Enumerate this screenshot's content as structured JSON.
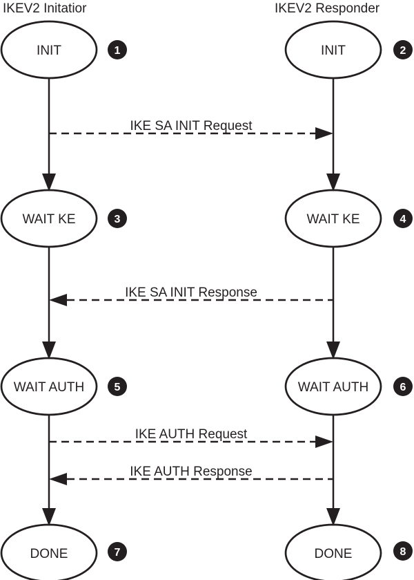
{
  "diagram": {
    "type": "state-machine-sequence-diagram",
    "headers": {
      "initiator": "IKEV2 Initatior",
      "responder": "IKEV2 Responder"
    },
    "initiator_states": [
      {
        "label": "INIT",
        "badge": "1"
      },
      {
        "label": "WAIT KE",
        "badge": "3"
      },
      {
        "label": "WAIT AUTH",
        "badge": "5"
      },
      {
        "label": "DONE",
        "badge": "7"
      }
    ],
    "responder_states": [
      {
        "label": "INIT",
        "badge": "2"
      },
      {
        "label": "WAIT KE",
        "badge": "4"
      },
      {
        "label": "WAIT AUTH",
        "badge": "6"
      },
      {
        "label": "DONE",
        "badge": "8"
      }
    ],
    "messages": [
      {
        "label": "IKE SA INIT Request",
        "from": "initiator",
        "to": "responder"
      },
      {
        "label": "IKE SA INIT Response",
        "from": "responder",
        "to": "initiator"
      },
      {
        "label": "IKE AUTH Request",
        "from": "initiator",
        "to": "responder"
      },
      {
        "label": "IKE AUTH Response",
        "from": "responder",
        "to": "initiator"
      }
    ],
    "colors": {
      "ink": "#231f20",
      "background": "#ffffff"
    }
  }
}
